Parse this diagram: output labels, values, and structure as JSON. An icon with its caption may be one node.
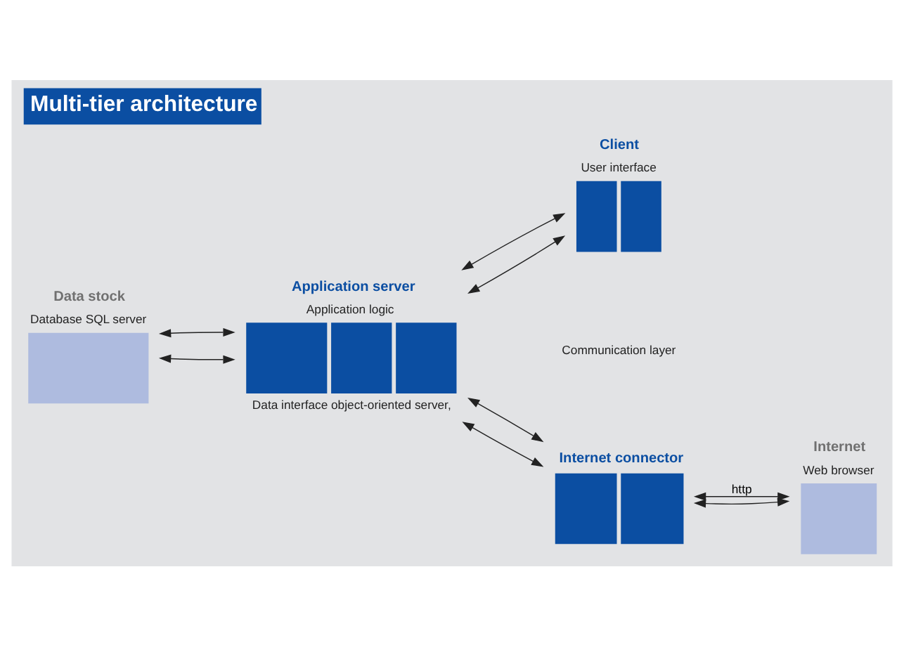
{
  "diagram": {
    "title": "Multi-tier architecture",
    "nodes": [
      {
        "text": [
          "Data stock",
          "Database SQL server"
        ]
      },
      {
        "text": [
          "Application server",
          "Application logic",
          "Data interface object-oriented server,"
        ]
      },
      {
        "text": [
          "Client",
          "User interface"
        ]
      },
      {
        "text": [
          "Internet connector"
        ]
      },
      {
        "text": [
          "Internet",
          "Web browser"
        ]
      }
    ],
    "edges": [
      {
        "from": 0,
        "to": 1,
        "arrow": "both"
      },
      {
        "from": 0,
        "to": 1,
        "arrow": "both"
      },
      {
        "from": 1,
        "to": 2,
        "arrow": "both"
      },
      {
        "from": 1,
        "to": 2,
        "arrow": "both"
      },
      {
        "from": 1,
        "to": 3,
        "arrow": "both"
      },
      {
        "from": 1,
        "to": 3,
        "arrow": "both"
      },
      {
        "from": 3,
        "to": 4,
        "arrow": "both",
        "label": "http"
      },
      {
        "from": 3,
        "to": 4,
        "arrow": "both"
      }
    ],
    "labels": [
      "Communication layer"
    ]
  }
}
